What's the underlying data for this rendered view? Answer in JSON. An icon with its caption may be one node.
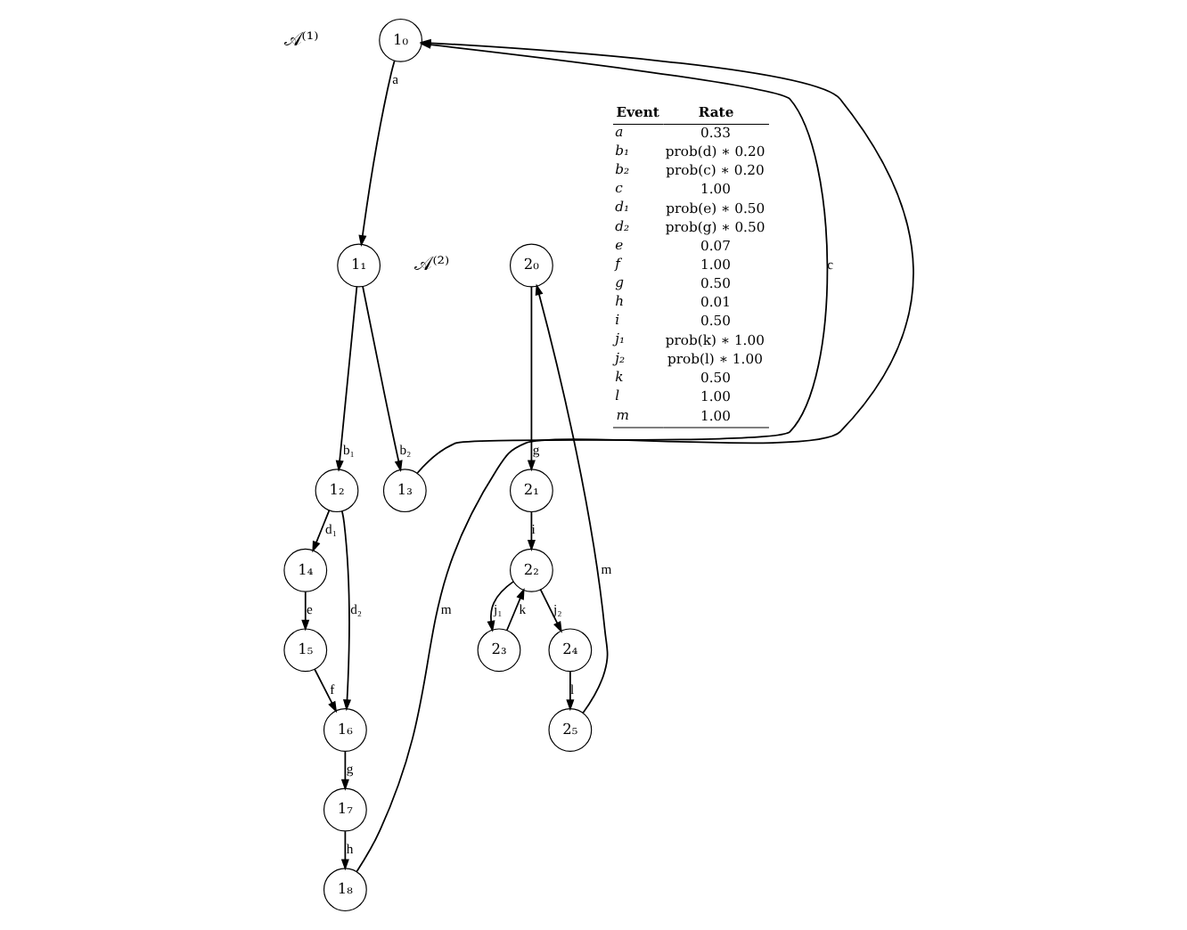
{
  "diagram": {
    "nodes": [
      {
        "text": [
          "1₀"
        ]
      },
      {
        "text": [
          "1₁"
        ]
      },
      {
        "text": [
          "1₂"
        ]
      },
      {
        "text": [
          "1₃"
        ]
      },
      {
        "text": [
          "1₄"
        ]
      },
      {
        "text": [
          "1₅"
        ]
      },
      {
        "text": [
          "1₆"
        ]
      },
      {
        "text": [
          "1₇"
        ]
      },
      {
        "text": [
          "1₈"
        ]
      },
      {
        "text": [
          "2₀"
        ]
      },
      {
        "text": [
          "2₁"
        ]
      },
      {
        "text": [
          "2₂"
        ]
      },
      {
        "text": [
          "2₃"
        ]
      },
      {
        "text": [
          "2₄"
        ]
      },
      {
        "text": [
          "2₅"
        ]
      }
    ],
    "edges": [
      {
        "from": 0,
        "to": 1,
        "arrow": "to",
        "label": "a"
      },
      {
        "from": 1,
        "to": 2,
        "arrow": "to",
        "label": "b₁"
      },
      {
        "from": 1,
        "to": 3,
        "arrow": "to",
        "label": "b₂"
      },
      {
        "from": 3,
        "to": 0,
        "arrow": "to",
        "label": "c"
      },
      {
        "from": 2,
        "to": 4,
        "arrow": "to",
        "label": "d₁"
      },
      {
        "from": 2,
        "to": 6,
        "arrow": "to",
        "label": "d₂"
      },
      {
        "from": 4,
        "to": 5,
        "arrow": "to",
        "label": "e"
      },
      {
        "from": 5,
        "to": 6,
        "arrow": "to",
        "label": "f"
      },
      {
        "from": 6,
        "to": 7,
        "arrow": "to",
        "label": "g"
      },
      {
        "from": 7,
        "to": 8,
        "arrow": "to",
        "label": "h"
      },
      {
        "from": 8,
        "to": 0,
        "arrow": "to",
        "label": "m"
      },
      {
        "from": 9,
        "to": 10,
        "arrow": "to",
        "label": "g"
      },
      {
        "from": 10,
        "to": 11,
        "arrow": "to",
        "label": "i"
      },
      {
        "from": 11,
        "to": 12,
        "arrow": "to",
        "label": "j₁"
      },
      {
        "from": 12,
        "to": 11,
        "arrow": "to",
        "label": "k"
      },
      {
        "from": 11,
        "to": 13,
        "arrow": "to",
        "label": "j₂"
      },
      {
        "from": 13,
        "to": 14,
        "arrow": "to",
        "label": "l"
      },
      {
        "from": 14,
        "to": 9,
        "arrow": "to",
        "label": "m"
      }
    ],
    "labels": [
      "𝒜⁽¹⁾",
      "𝒜⁽²⁾",
      "Event",
      "Rate",
      "a",
      "0.33",
      "b₁",
      "prob(d) ∗ 0.20",
      "b₂",
      "prob(c) ∗ 0.20",
      "c",
      "1.00",
      "d₁",
      "prob(e) ∗ 0.50",
      "d₂",
      "prob(g) ∗ 0.50",
      "e",
      "0.07",
      "f",
      "1.00",
      "g",
      "0.50",
      "h",
      "0.01",
      "i",
      "0.50",
      "j₁",
      "prob(k) ∗ 1.00",
      "j₂",
      "prob(l) ∗ 1.00",
      "k",
      "0.50",
      "l",
      "1.00",
      "m",
      "1.00"
    ]
  }
}
